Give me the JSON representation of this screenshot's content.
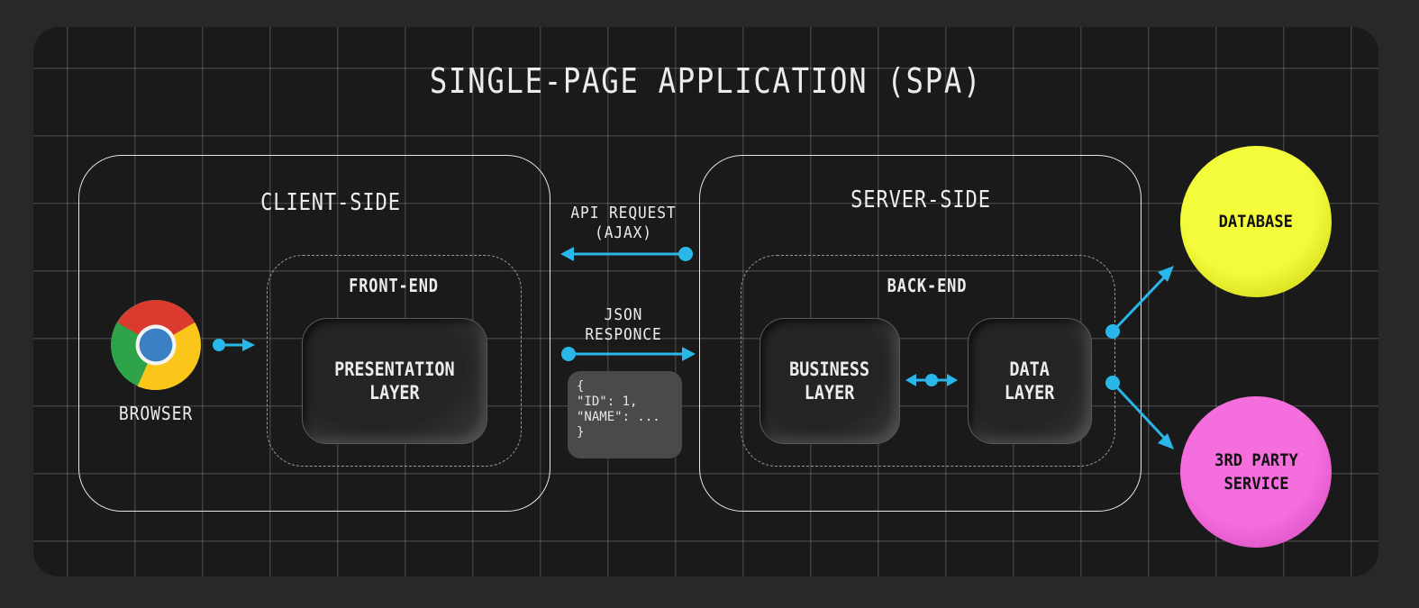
{
  "title": "SINGLE-PAGE APPLICATION (SPA)",
  "client_side": {
    "label": "CLIENT-SIDE",
    "browser": {
      "icon": "chrome-icon",
      "label": "BROWSER"
    },
    "front_end": {
      "label": "FRONT-END",
      "layers": [
        "PRESENTATION\nLAYER"
      ]
    }
  },
  "server_side": {
    "label": "SERVER-SIDE",
    "back_end": {
      "label": "BACK-END",
      "layers": [
        "BUSINESS\nLAYER",
        "DATA\nLAYER"
      ]
    }
  },
  "connections": {
    "api_request": "API REQUEST\n(AJAX)",
    "json_response": "JSON\nRESPONCE",
    "json_sample": "{\n\"ID\": 1,\n\"NAME\": ...\n}"
  },
  "external": {
    "database": {
      "label": "DATABASE",
      "color": "#eef52d"
    },
    "third_party": {
      "label": "3RD PARTY\nSERVICE",
      "color": "#f266da"
    }
  },
  "colors": {
    "accent": "#29b6e8",
    "background": "#1a1a1a"
  }
}
